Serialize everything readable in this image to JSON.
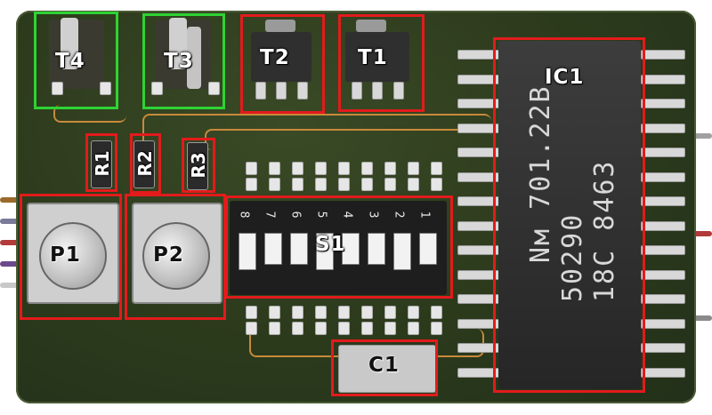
{
  "components": [
    {
      "id": "T4",
      "outline": "green"
    },
    {
      "id": "T3",
      "outline": "green"
    },
    {
      "id": "T2",
      "outline": "red"
    },
    {
      "id": "T1",
      "outline": "red"
    },
    {
      "id": "IC1",
      "outline": "red"
    },
    {
      "id": "R1",
      "outline": "red"
    },
    {
      "id": "R2",
      "outline": "red"
    },
    {
      "id": "R3",
      "outline": "red"
    },
    {
      "id": "P1",
      "outline": "red"
    },
    {
      "id": "P2",
      "outline": "red"
    },
    {
      "id": "S1",
      "outline": "red"
    },
    {
      "id": "C1",
      "outline": "red"
    }
  ],
  "colors": {
    "highlight_red": "#e21b1b",
    "highlight_green": "#2ed334",
    "pcb": "#2c3a1c"
  },
  "ic_marking": {
    "line1": "Nм 701.22B",
    "line2": "50290",
    "line3": "18C 8463"
  },
  "switch_numbers": [
    "8",
    "7",
    "6",
    "5",
    "4",
    "3",
    "2",
    "1"
  ]
}
